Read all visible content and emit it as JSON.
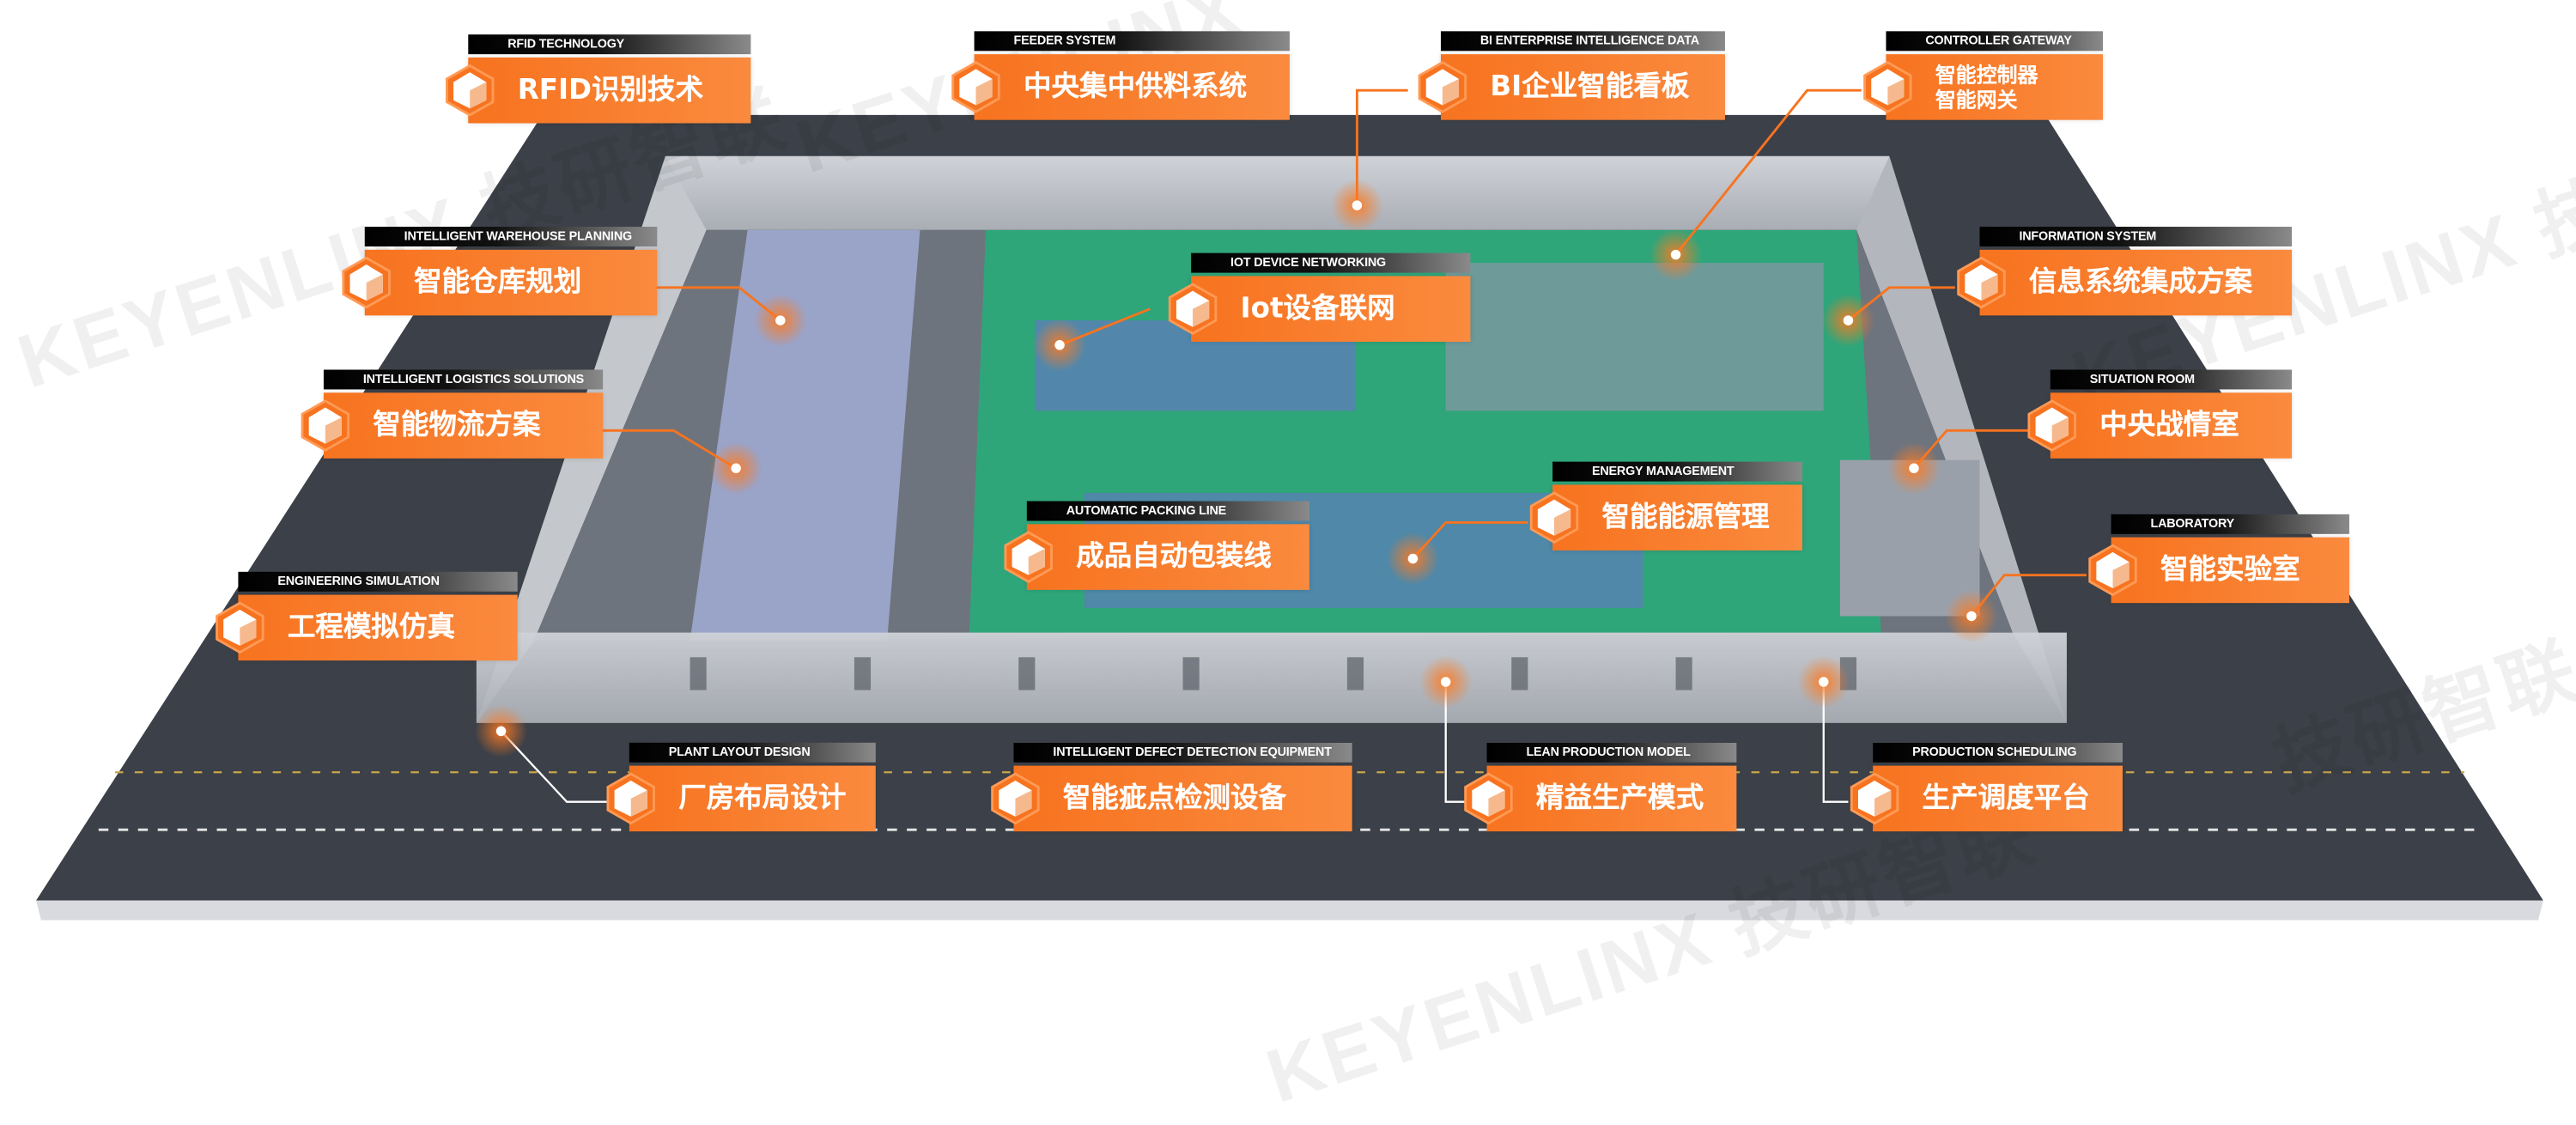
{
  "watermark": {
    "brand": "KEYENLINX",
    "brand_cn": "技研智联"
  },
  "colors": {
    "accent": "#f7731f",
    "floor": "#2fa57a",
    "road": "#3c4048",
    "wall": "#b9bcc2"
  },
  "labels": [
    {
      "en": "RFID TECHNOLOGY",
      "cn": "RFID识别技术"
    },
    {
      "en": "FEEDER SYSTEM",
      "cn": "中央集中供料系统"
    },
    {
      "en": "BI ENTERPRISE INTELLIGENCE DATA",
      "cn": "BI企业智能看板"
    },
    {
      "en": "CONTROLLER GATEWAY",
      "cn": "智能控制器",
      "cn2": "智能网关"
    },
    {
      "en": "INTELLIGENT WAREHOUSE PLANNING",
      "cn": "智能仓库规划"
    },
    {
      "en": "IOT DEVICE NETWORKING",
      "cn": "Iot设备联网"
    },
    {
      "en": "INFORMATION SYSTEM",
      "cn": "信息系统集成方案"
    },
    {
      "en": "INTELLIGENT LOGISTICS SOLUTIONS",
      "cn": "智能物流方案"
    },
    {
      "en": "SITUATION ROOM",
      "cn": "中央战情室"
    },
    {
      "en": "ENERGY MANAGEMENT",
      "cn": "智能能源管理"
    },
    {
      "en": "AUTOMATIC PACKING LINE",
      "cn": "成品自动包装线"
    },
    {
      "en": "LABORATORY",
      "cn": "智能实验室"
    },
    {
      "en": "ENGINEERING SIMULATION",
      "cn": "工程模拟仿真"
    },
    {
      "en": "PLANT LAYOUT DESIGN",
      "cn": "厂房布局设计"
    },
    {
      "en": "INTELLIGENT DEFECT DETECTION EQUIPMENT",
      "cn": "智能疵点检测设备"
    },
    {
      "en": "LEAN PRODUCTION MODEL",
      "cn": "精益生产模式"
    },
    {
      "en": "PRODUCTION SCHEDULING",
      "cn": "生产调度平台"
    }
  ]
}
